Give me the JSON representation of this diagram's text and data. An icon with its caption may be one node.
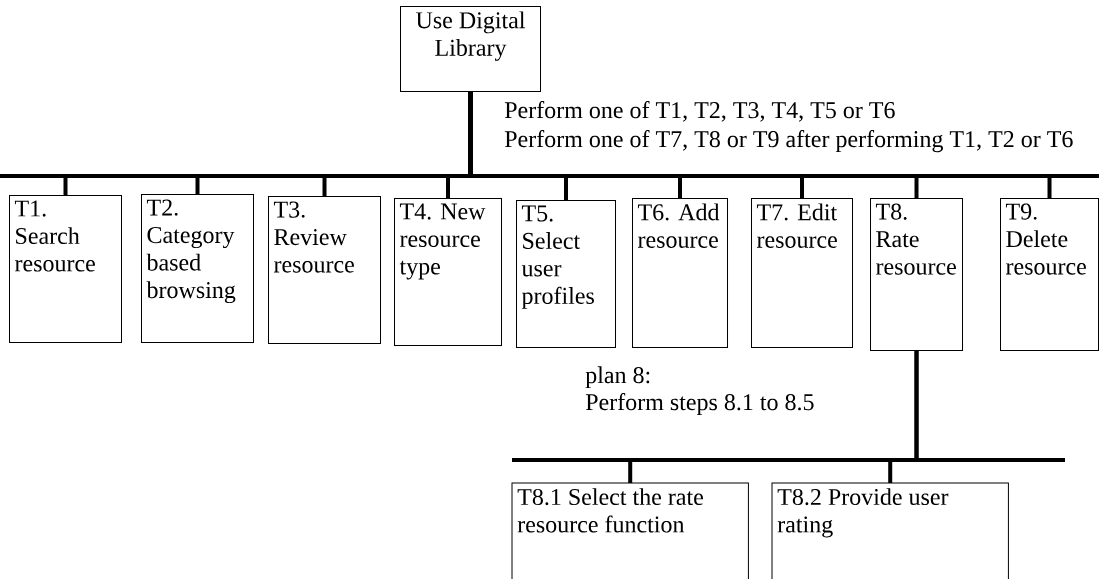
{
  "diagram": {
    "nodes": [
      {
        "text": [
          "Use Digital Library"
        ]
      },
      {
        "text": [
          "T1. Search resource"
        ]
      },
      {
        "text": [
          "T2. Category based browsing"
        ]
      },
      {
        "text": [
          "T3. Review resource"
        ]
      },
      {
        "text": [
          "T4. New resource type"
        ]
      },
      {
        "text": [
          "T5. Select user profiles"
        ]
      },
      {
        "text": [
          "T6. Add resource"
        ]
      },
      {
        "text": [
          "T7. Edit resource"
        ]
      },
      {
        "text": [
          "T8. Rate resource"
        ]
      },
      {
        "text": [
          "T9. Delete resource"
        ]
      },
      {
        "text": [
          "T8.1 Select the rate resource function"
        ]
      },
      {
        "text": [
          "T8.2 Provide user rating"
        ]
      }
    ],
    "edges": [
      {
        "from": 0,
        "to": 1,
        "arrow": "none"
      },
      {
        "from": 0,
        "to": 2,
        "arrow": "none"
      },
      {
        "from": 0,
        "to": 3,
        "arrow": "none"
      },
      {
        "from": 0,
        "to": 4,
        "arrow": "none"
      },
      {
        "from": 0,
        "to": 5,
        "arrow": "none"
      },
      {
        "from": 0,
        "to": 6,
        "arrow": "none"
      },
      {
        "from": 0,
        "to": 7,
        "arrow": "none"
      },
      {
        "from": 0,
        "to": 8,
        "arrow": "none"
      },
      {
        "from": 0,
        "to": 9,
        "arrow": "none"
      },
      {
        "from": 8,
        "to": 10,
        "arrow": "none"
      },
      {
        "from": 8,
        "to": 11,
        "arrow": "none"
      }
    ],
    "labels": [
      "Perform one of T1, T2, T3, T4, T5 or T6",
      "Perform one of T7, T8 or T9 after performing T1, T2 or T6",
      "plan 8:",
      "Perform steps 8.1 to 8.5"
    ]
  }
}
